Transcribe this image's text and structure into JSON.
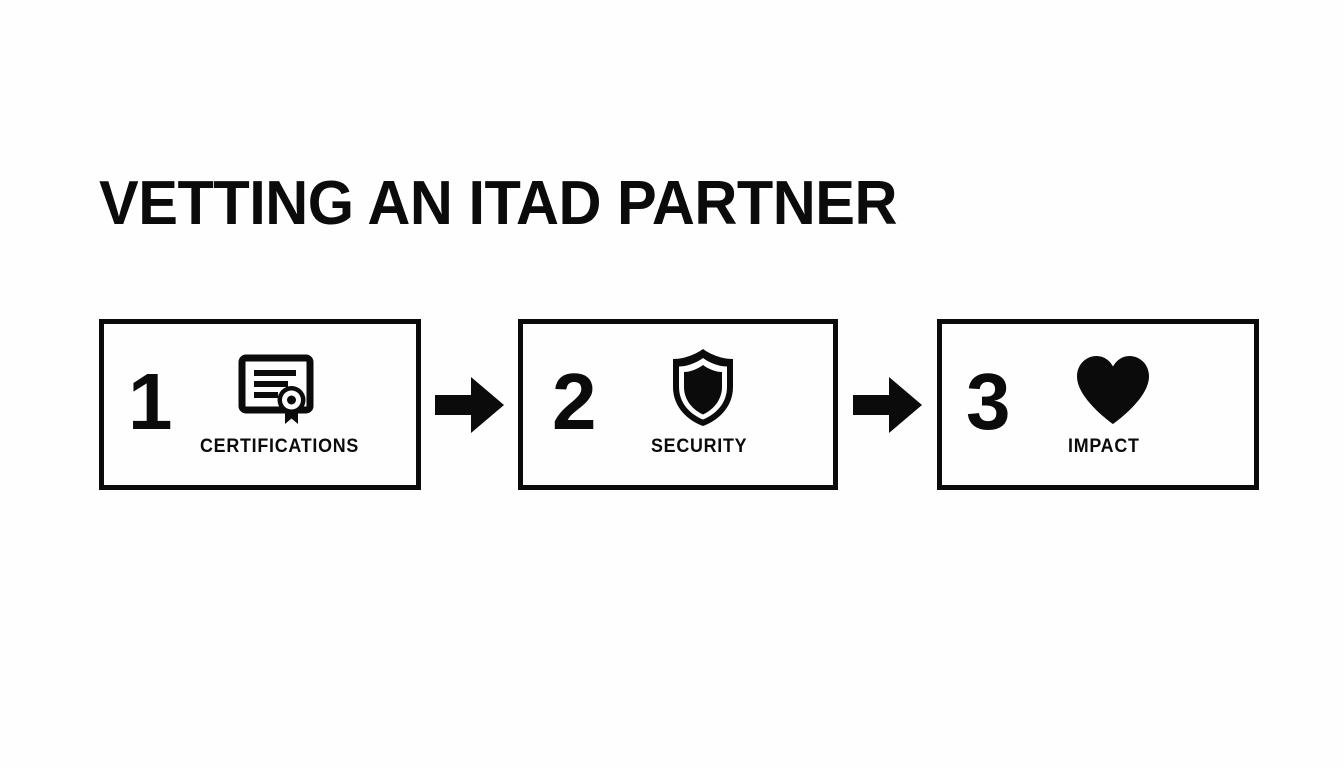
{
  "page": {
    "background_color": "#fefefe",
    "ink_color": "#0b0b0b",
    "title": "VETTING AN ITAD PARTNER"
  },
  "flow": {
    "steps": [
      {
        "number": "1",
        "label": "CERTIFICATIONS",
        "icon": "certificate-icon"
      },
      {
        "number": "2",
        "label": "SECURITY",
        "icon": "shield-icon"
      },
      {
        "number": "3",
        "label": "IMPACT",
        "icon": "heart-icon"
      }
    ],
    "connectors": [
      {
        "icon": "arrow-right-icon"
      },
      {
        "icon": "arrow-right-icon"
      }
    ]
  }
}
